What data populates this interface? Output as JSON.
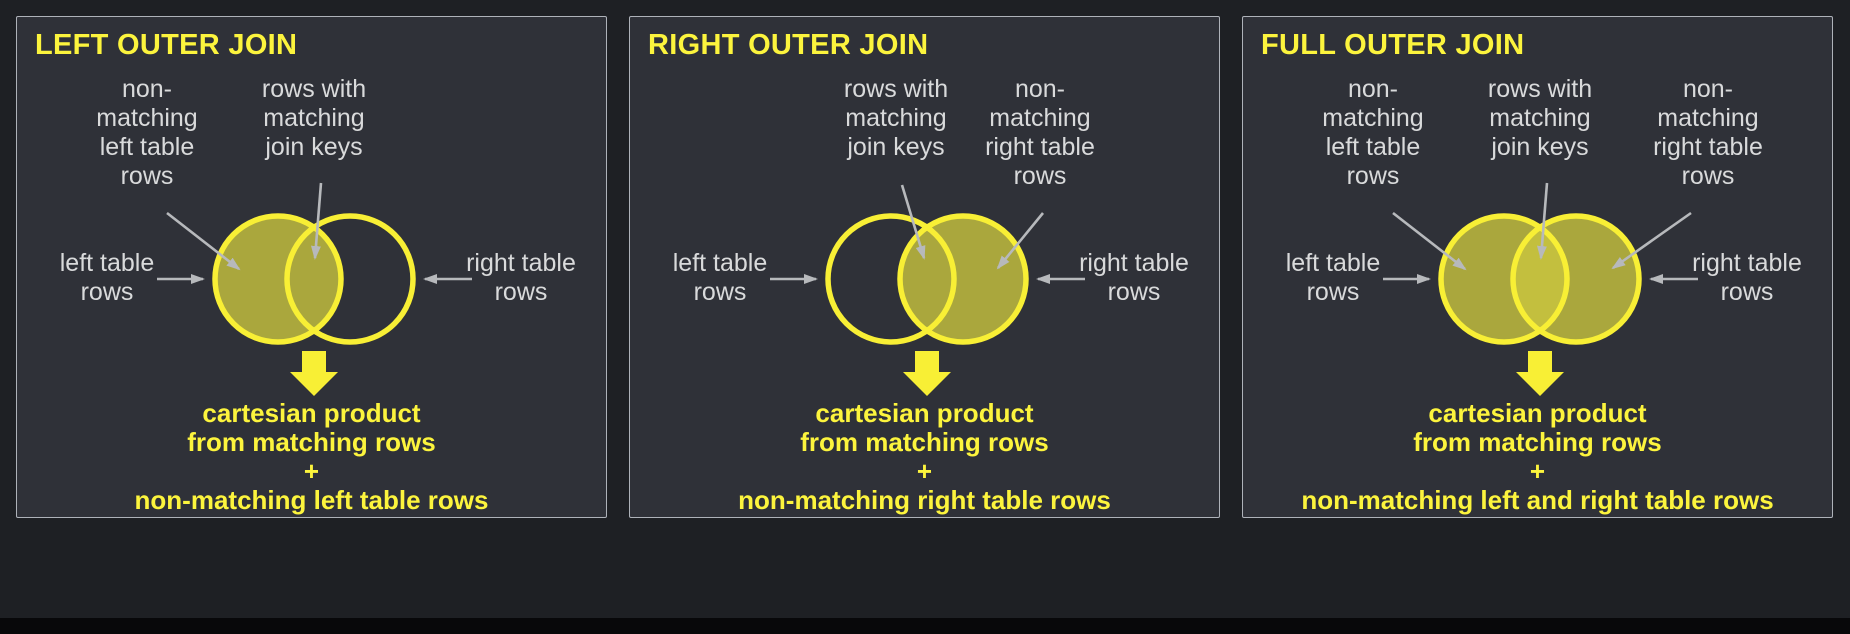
{
  "page": {
    "background": "#1e2024",
    "bottom_strip_color": "#08080a"
  },
  "colors": {
    "accent_yellow": "#fcf43d",
    "venn_stroke_yellow": "#f8ef35",
    "venn_fill_olive": "#c9c63f",
    "label_gray": "#d9dadb",
    "arrow_gray": "#b7b9bc",
    "panel_background": "#2f3138",
    "panel_border": "#aeb2b9"
  },
  "panels": [
    {
      "title": "LEFT OUTER JOIN",
      "labels": {
        "non_matching_left": "non-\nmatching\nleft table\nrows",
        "matching": "rows with\nmatching\njoin keys",
        "left_table": "left table\nrows",
        "right_table": "right table\nrows"
      },
      "venn": {
        "left_fill": "#c9c63f",
        "right_fill": "none"
      },
      "caption": "cartesian product\nfrom matching rows\n+\nnon-matching left table rows"
    },
    {
      "title": "RIGHT OUTER JOIN",
      "labels": {
        "matching": "rows with\nmatching\njoin keys",
        "non_matching_right": "non-\nmatching\nright table\nrows",
        "left_table": "left table\nrows",
        "right_table": "right table\nrows"
      },
      "venn": {
        "left_fill": "none",
        "right_fill": "#c9c63f"
      },
      "caption": "cartesian product\nfrom matching rows\n+\nnon-matching right table rows"
    },
    {
      "title": "FULL OUTER JOIN",
      "labels": {
        "non_matching_left": "non-\nmatching\nleft table\nrows",
        "matching": "rows with\nmatching\njoin keys",
        "non_matching_right": "non-\nmatching\nright table\nrows",
        "left_table": "left table\nrows",
        "right_table": "right table\nrows"
      },
      "venn": {
        "left_fill": "#c9c63f",
        "right_fill": "#c9c63f"
      },
      "caption": "cartesian product\nfrom matching rows\n+\nnon-matching left and right table rows"
    }
  ]
}
